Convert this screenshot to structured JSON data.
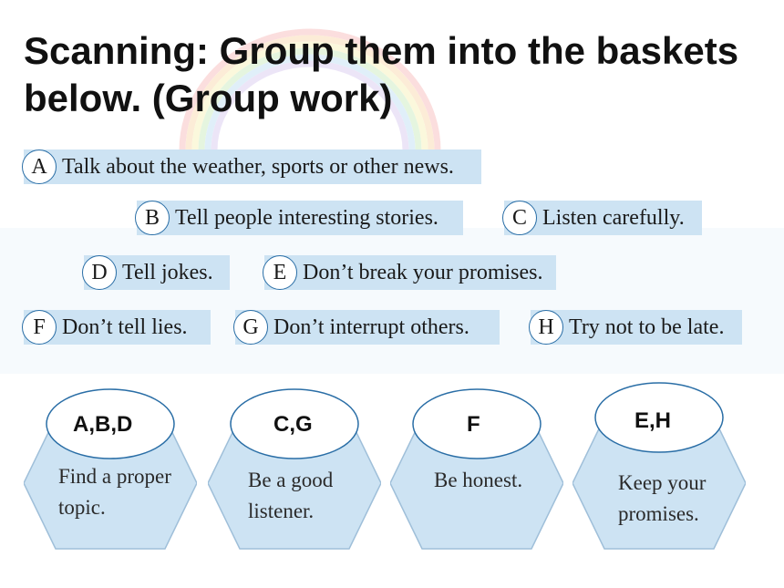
{
  "title": {
    "bold": "Scanning:",
    "rest": " Group them into the baskets below. (Group work)"
  },
  "items": [
    {
      "letter": "A",
      "text": "Talk about the weather, sports or other news."
    },
    {
      "letter": "B",
      "text": "Tell people interesting stories."
    },
    {
      "letter": "C",
      "text": "Listen carefully."
    },
    {
      "letter": "D",
      "text": "Tell jokes."
    },
    {
      "letter": "E",
      "text": "Don’t break your promises."
    },
    {
      "letter": "F",
      "text": "Don’t tell lies."
    },
    {
      "letter": "G",
      "text": "Don’t interrupt others."
    },
    {
      "letter": "H",
      "text": "Try not to be late."
    }
  ],
  "baskets": [
    {
      "answer": "A,B,D",
      "line1": "Find a proper",
      "line2": "topic."
    },
    {
      "answer": "C,G",
      "line1": "Be a good",
      "line2": "listener."
    },
    {
      "answer": "F",
      "line1": "Be honest.",
      "line2": ""
    },
    {
      "answer": "E,H",
      "line1": "Keep your",
      "line2": "promises."
    }
  ]
}
